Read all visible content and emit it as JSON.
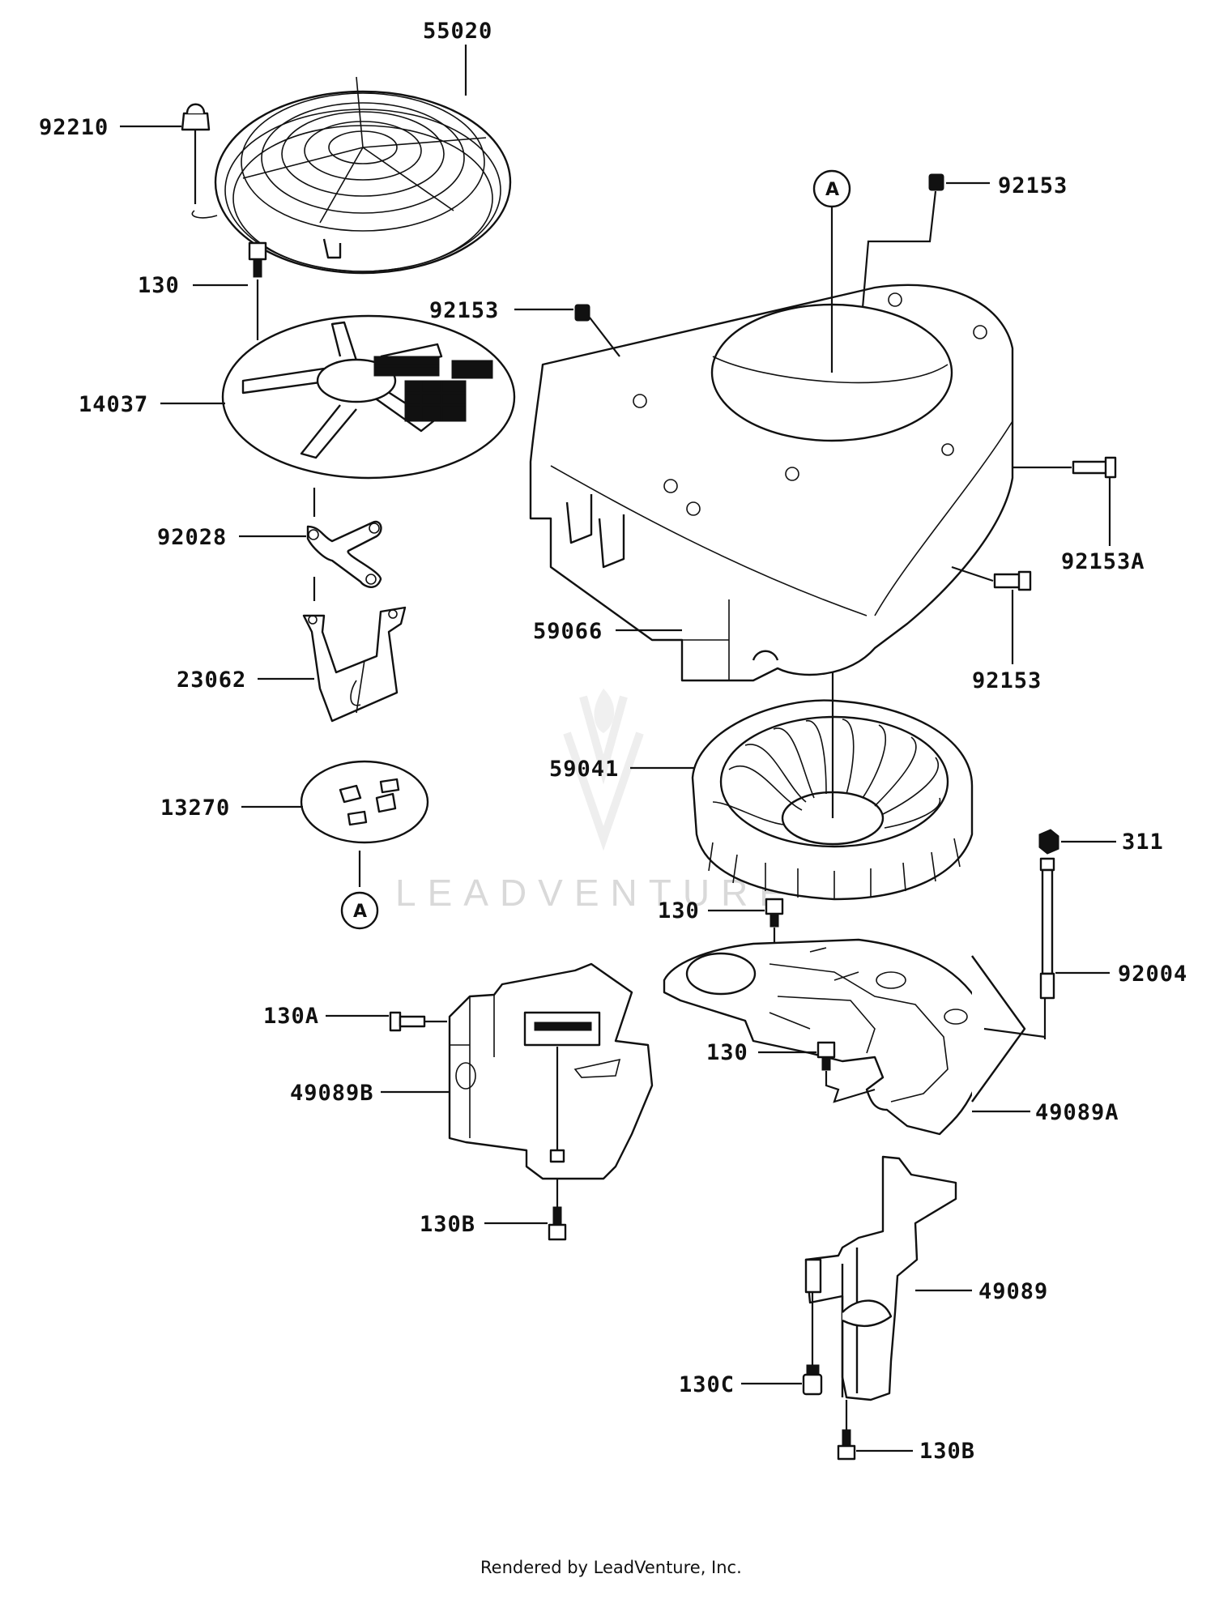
{
  "diagram": {
    "part_labels": {
      "p55020": "55020",
      "p92210": "92210",
      "p130_top": "130",
      "p14037": "14037",
      "p92028": "92028",
      "p23062": "23062",
      "p13270": "13270",
      "p92153_top": "92153",
      "p92153_mid": "92153",
      "p92153a": "92153A",
      "p59066": "59066",
      "p92153_low": "92153",
      "p59041": "59041",
      "p311": "311",
      "p130_mid": "130",
      "p92004": "92004",
      "p130a": "130A",
      "p130_low": "130",
      "p49089b": "49089B",
      "p49089a": "49089A",
      "p130b_left": "130B",
      "p49089": "49089",
      "p130c": "130C",
      "p130b_right": "130B"
    },
    "callouts": {
      "a_top": "A",
      "a_bottom": "A"
    },
    "watermark": "LEADVENTURE",
    "footer": "Rendered by LeadVenture, Inc."
  }
}
